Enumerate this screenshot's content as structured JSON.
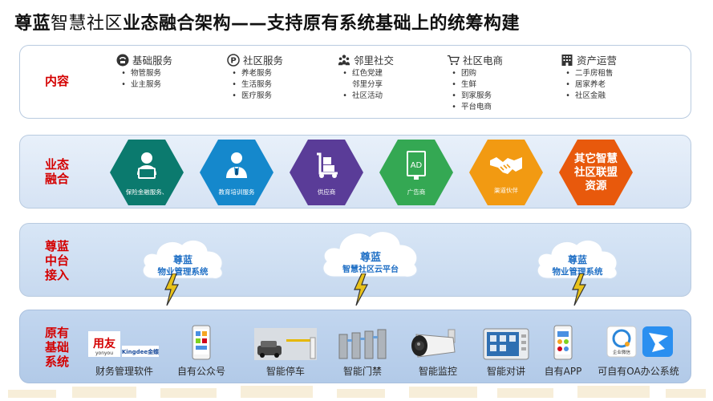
{
  "title": {
    "part1": "尊蓝",
    "part2": "智慧社区",
    "part3": "业态融合",
    "part4": "架构——支持原有系统基础上的统筹构建"
  },
  "rows": {
    "content": "内容",
    "fusion": [
      "业态",
      "融合"
    ],
    "middle": [
      "尊蓝",
      "中台",
      "接入"
    ],
    "base": [
      "原有",
      "基础",
      "系统"
    ]
  },
  "services": [
    {
      "name": "基础服务",
      "icon": "phone-icon",
      "items": [
        "物管服务",
        "业主服务"
      ]
    },
    {
      "name": "社区服务",
      "icon": "parking-p-icon",
      "items": [
        "养老服务",
        "生活服务",
        "医疗服务"
      ]
    },
    {
      "name": "邻里社交",
      "icon": "people-icon",
      "items": [
        "红色党建",
        "邻里分享",
        "社区活动"
      ]
    },
    {
      "name": "社区电商",
      "icon": "cart-icon",
      "items": [
        "团购",
        "生鲜",
        "到家服务",
        "平台电商"
      ]
    },
    {
      "name": "资产运营",
      "icon": "building-icon",
      "items": [
        "二手房租售",
        "居家养老",
        "社区金融"
      ]
    }
  ],
  "partners": [
    {
      "label": "保险金融服务、",
      "icon": "person-laptop-icon",
      "color": "#0b7a6e"
    },
    {
      "label": "教育培训服务",
      "icon": "businessman-icon",
      "color": "#1588cc"
    },
    {
      "label": "供应商",
      "icon": "hand-truck-icon",
      "color": "#5a3c98"
    },
    {
      "label": "广告商",
      "icon": "ad-board-icon",
      "color": "#34a853",
      "ad_text": "AD"
    },
    {
      "label": "渠道伙伴",
      "icon": "handshake-icon",
      "color": "#f29a12"
    },
    {
      "label": "其它智慧社区联盟资源",
      "lines": [
        "其它智慧",
        "社区联盟",
        "资源"
      ],
      "color": "#e8590c"
    }
  ],
  "clouds": [
    {
      "line1": "尊蓝",
      "line2": "物业管理系统"
    },
    {
      "line1": "尊蓝",
      "line2": "智慧社区云平台"
    },
    {
      "line1": "尊蓝",
      "line2": "物业管理系统"
    }
  ],
  "systems": [
    {
      "label": "财务管理软件",
      "logo1": "用友",
      "logo1_sub": "yonyou",
      "logo2": "Kingdee金蝶"
    },
    {
      "label": "自有公众号"
    },
    {
      "label": "智能停车"
    },
    {
      "label": "智能门禁"
    },
    {
      "label": "智能监控"
    },
    {
      "label": "智能对讲"
    },
    {
      "label": "自有APP"
    },
    {
      "label": "可自有OA办公系统",
      "logo_text": "企业微信"
    }
  ],
  "colors": {
    "title_text": "#111111",
    "row_label": "#d40000",
    "cloud_text": "#1f6fc5",
    "bolt": "#e8c21a"
  }
}
